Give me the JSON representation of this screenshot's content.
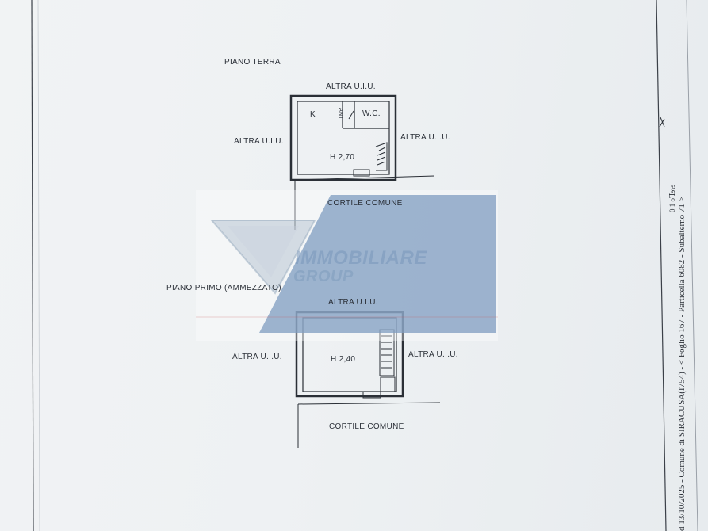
{
  "plan": {
    "ground_floor_title": "PIANO TERRA",
    "first_floor_title": "PIANO PRIMO (AMMEZZATO)",
    "ground": {
      "top_neighbor": "ALTRA U.I.U.",
      "left_neighbor": "ALTRA U.I.U.",
      "right_neighbor": "ALTRA U.I.U.",
      "room_k": "K",
      "room_wc": "W.C.",
      "room_ant": "ANT",
      "height": "H 2,70",
      "courtyard": "CORTILE COMUNE"
    },
    "first": {
      "top_neighbor": "ALTRA U.I.U.",
      "left_neighbor": "ALTRA U.I.U.",
      "right_neighbor": "ALTRA U.I.U.",
      "height": "H 2,40",
      "courtyard": "CORTILE COMUNE"
    }
  },
  "watermark": {
    "line1": "IMMOBILIARE",
    "line2": "GROUP"
  },
  "side_note": {
    "main": "d 13/10/2025 - Comune di SIRACUSA(I754) - < Foglio 167 - Particella 6082 - Subalterno 71 >",
    "stamp": "0 1 oꟻɘɿɘ"
  },
  "colors": {
    "paper": "#eef1f3",
    "ink": "#2a2f36",
    "watermark_blue": "#7f9cc0"
  }
}
